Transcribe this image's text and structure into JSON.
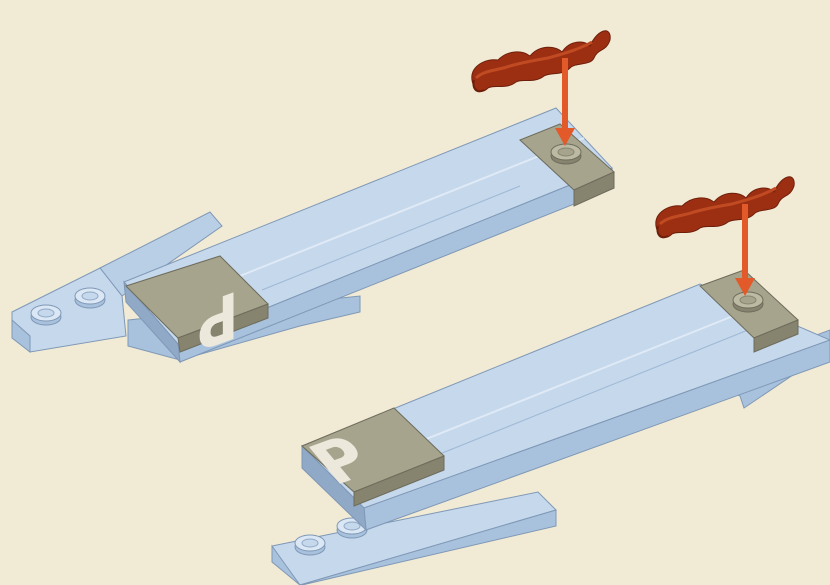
{
  "background_color": "#f1ead5",
  "colors": {
    "brick_top": "#c5d8ec",
    "brick_side": "#a8c2dd",
    "brick_dark": "#8fa9c6",
    "brick_edge": "#7f98b6",
    "tile_top": "#a7a48e",
    "tile_side": "#86836f",
    "letter": "#ece9dc",
    "whip": "#9c2f12",
    "whip_light": "#c04a22",
    "arrow": "#e25a2a"
  },
  "assemblies": [
    {
      "name": "upper-assembly",
      "tile_letter": "P",
      "letter_orientation": "upside-down",
      "part_added": "red-bar-accessory"
    },
    {
      "name": "lower-assembly",
      "tile_letter": "P",
      "letter_orientation": "upright",
      "part_added": "red-bar-accessory"
    }
  ],
  "icons": {
    "accessory": "red-bar-icon",
    "direction": "down-arrow-icon"
  }
}
